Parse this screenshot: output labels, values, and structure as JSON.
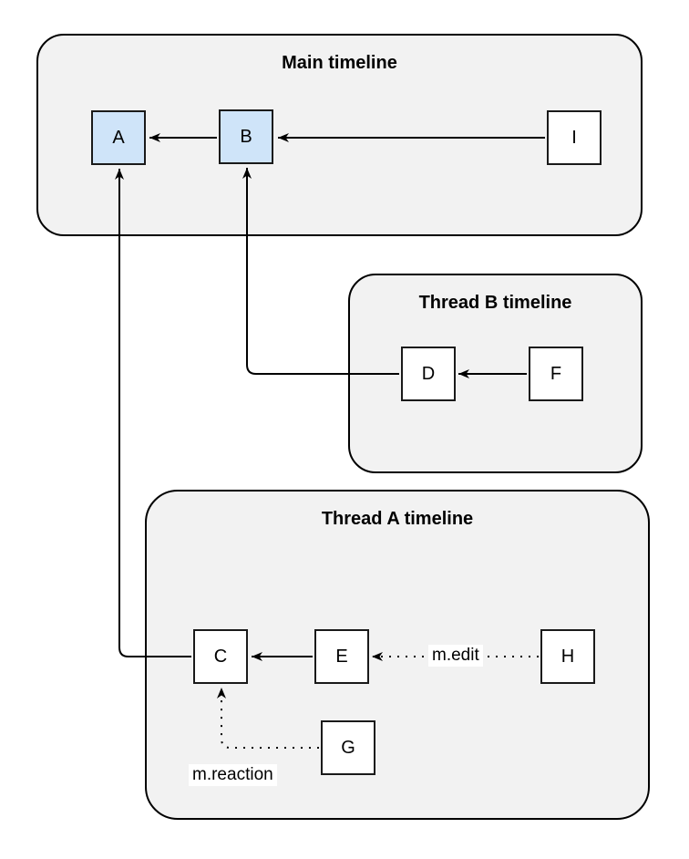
{
  "diagram": {
    "containers": {
      "main": {
        "title": "Main timeline"
      },
      "thread_b": {
        "title": "Thread B timeline"
      },
      "thread_a": {
        "title": "Thread A timeline"
      }
    },
    "nodes": {
      "a": {
        "label": "A"
      },
      "b": {
        "label": "B"
      },
      "c": {
        "label": "C"
      },
      "d": {
        "label": "D"
      },
      "e": {
        "label": "E"
      },
      "f": {
        "label": "F"
      },
      "g": {
        "label": "G"
      },
      "h": {
        "label": "H"
      },
      "i": {
        "label": "I"
      }
    },
    "edge_labels": {
      "edit": "m.edit",
      "reaction": "m.reaction"
    },
    "colors": {
      "container_fill": "#f2f2f2",
      "container_border": "#000000",
      "node_blue_fill": "#cfe4f9",
      "node_white_fill": "#ffffff",
      "node_border": "#1a1a1a",
      "arrow": "#000000",
      "background": "#ffffff"
    }
  }
}
